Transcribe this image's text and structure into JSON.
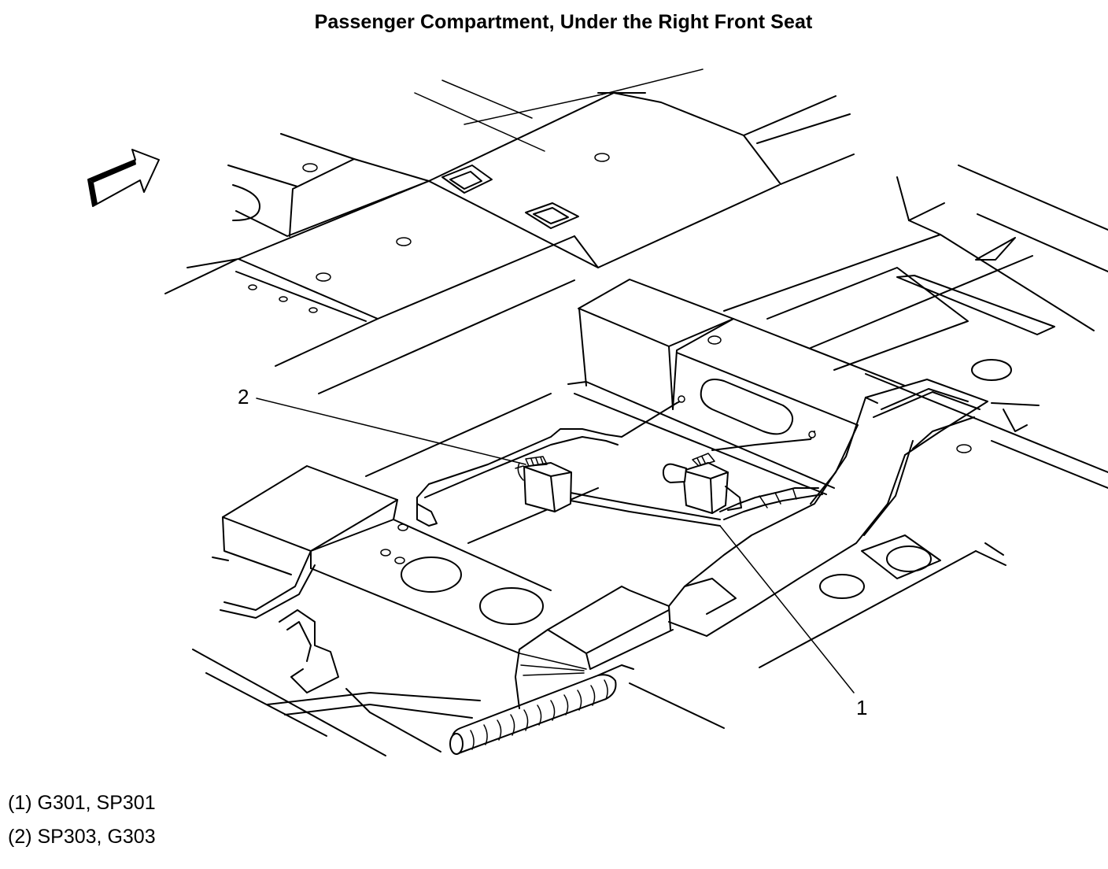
{
  "title": "Passenger Compartment, Under the Right Front Seat",
  "callouts": [
    {
      "id": "1",
      "label": "1"
    },
    {
      "id": "2",
      "label": "2"
    }
  ],
  "legend": [
    {
      "key": "(1)",
      "text": "(1) G301, SP301"
    },
    {
      "key": "(2)",
      "text": "(2) SP303, G303"
    }
  ],
  "icons": {
    "direction_arrow": "forward-direction-arrow-icon"
  }
}
